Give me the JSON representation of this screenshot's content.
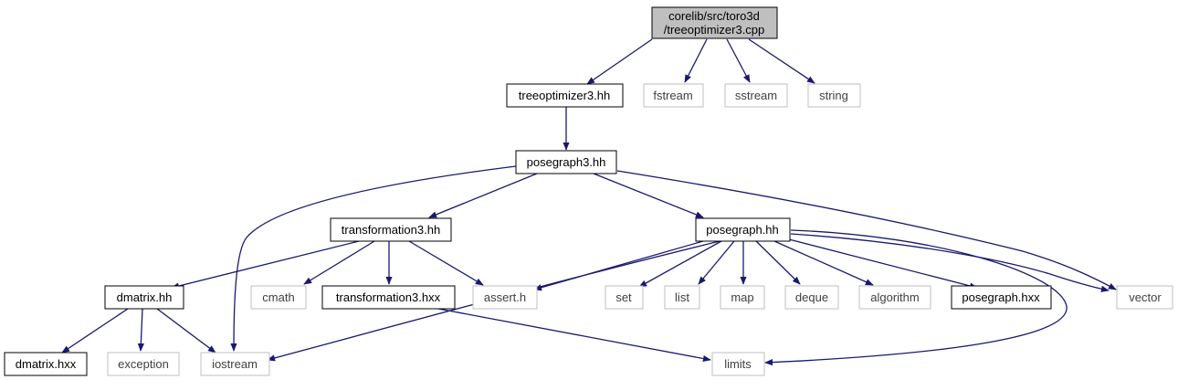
{
  "colors": {
    "edge": "#191970",
    "root_fill": "#bfbfbf",
    "documented_border": "#000000",
    "external_border": "#bfbfbf",
    "text_documented": "#000000",
    "text_external": "#404040"
  },
  "nodes": {
    "root": {
      "line1": "corelib/src/toro3d",
      "line2": "/treeoptimizer3.cpp"
    },
    "treeoptimizer3_hh": {
      "label": "treeoptimizer3.hh"
    },
    "fstream": {
      "label": "fstream"
    },
    "sstream": {
      "label": "sstream"
    },
    "string": {
      "label": "string"
    },
    "posegraph3_hh": {
      "label": "posegraph3.hh"
    },
    "transformation3_hh": {
      "label": "transformation3.hh"
    },
    "posegraph_hh": {
      "label": "posegraph.hh"
    },
    "dmatrix_hh": {
      "label": "dmatrix.hh"
    },
    "cmath": {
      "label": "cmath"
    },
    "transformation3_hxx": {
      "label": "transformation3.hxx"
    },
    "assert_h": {
      "label": "assert.h"
    },
    "set": {
      "label": "set"
    },
    "list": {
      "label": "list"
    },
    "map": {
      "label": "map"
    },
    "deque": {
      "label": "deque"
    },
    "algorithm": {
      "label": "algorithm"
    },
    "posegraph_hxx": {
      "label": "posegraph.hxx"
    },
    "vector": {
      "label": "vector"
    },
    "dmatrix_hxx": {
      "label": "dmatrix.hxx"
    },
    "exception": {
      "label": "exception"
    },
    "iostream": {
      "label": "iostream"
    },
    "limits": {
      "label": "limits"
    }
  },
  "edges": [
    [
      "root",
      "treeoptimizer3_hh"
    ],
    [
      "root",
      "fstream"
    ],
    [
      "root",
      "sstream"
    ],
    [
      "root",
      "string"
    ],
    [
      "treeoptimizer3_hh",
      "posegraph3_hh"
    ],
    [
      "posegraph3_hh",
      "transformation3_hh"
    ],
    [
      "posegraph3_hh",
      "posegraph_hh"
    ],
    [
      "posegraph3_hh",
      "iostream"
    ],
    [
      "posegraph3_hh",
      "vector"
    ],
    [
      "transformation3_hh",
      "dmatrix_hh"
    ],
    [
      "transformation3_hh",
      "cmath"
    ],
    [
      "transformation3_hh",
      "transformation3_hxx"
    ],
    [
      "transformation3_hh",
      "assert_h"
    ],
    [
      "posegraph_hh",
      "assert_h"
    ],
    [
      "posegraph_hh",
      "iostream"
    ],
    [
      "posegraph_hh",
      "set"
    ],
    [
      "posegraph_hh",
      "list"
    ],
    [
      "posegraph_hh",
      "map"
    ],
    [
      "posegraph_hh",
      "deque"
    ],
    [
      "posegraph_hh",
      "algorithm"
    ],
    [
      "posegraph_hh",
      "posegraph_hxx"
    ],
    [
      "posegraph_hh",
      "vector"
    ],
    [
      "posegraph_hh",
      "limits"
    ],
    [
      "dmatrix_hh",
      "dmatrix_hxx"
    ],
    [
      "dmatrix_hh",
      "exception"
    ],
    [
      "dmatrix_hh",
      "iostream"
    ],
    [
      "transformation3_hxx",
      "limits"
    ]
  ]
}
